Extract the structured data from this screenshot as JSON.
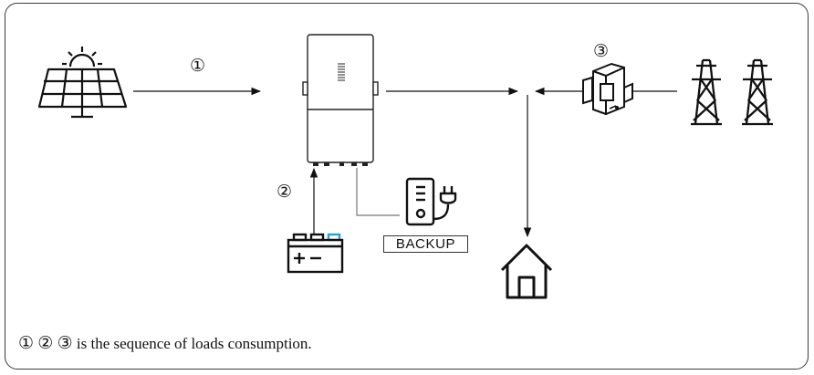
{
  "labels": {
    "seq_1": "①",
    "seq_2": "②",
    "seq_3": "③",
    "backup": "BACKUP"
  },
  "caption": {
    "c1": "①",
    "c2": "②",
    "c3": "③",
    "text": "is the sequence of loads consumption."
  },
  "icons": {
    "solar": "solar-panel-icon",
    "inverter": "inverter-icon",
    "battery": "battery-icon",
    "backup_load": "backup-load-icon",
    "ct": "current-transformer-icon",
    "grid": "power-tower-icon",
    "home": "house-icon"
  }
}
